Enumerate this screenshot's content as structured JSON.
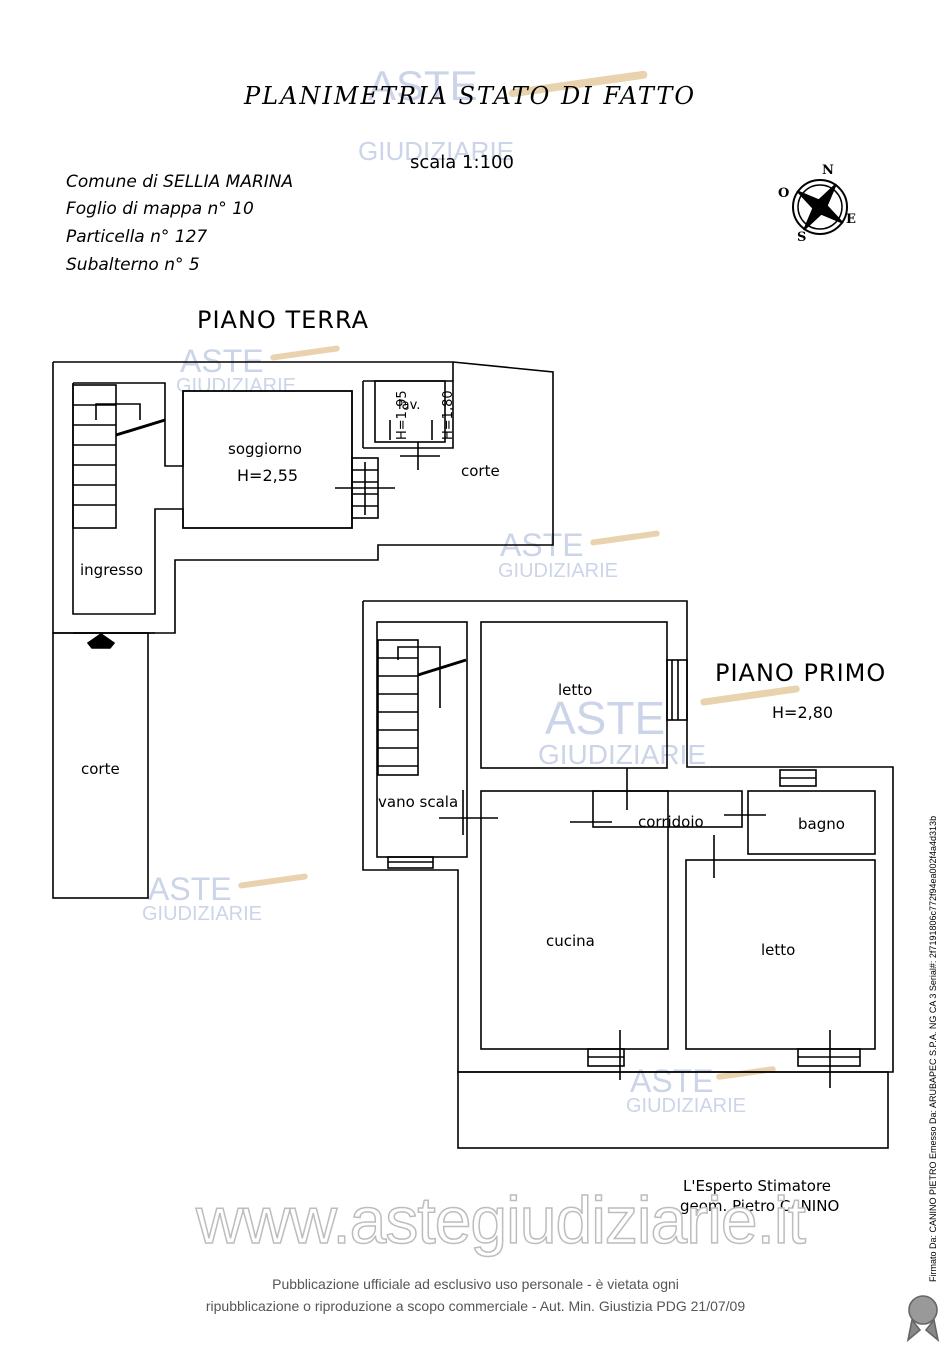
{
  "title": "PLANIMETRIA  STATO  DI  FATTO",
  "scale": "scala  1:100",
  "cadastral": [
    "Comune  di  SELLIA  MARINA",
    "Foglio  di  mappa  n°  10",
    "Particella  n°  127",
    "Subalterno  n°  5"
  ],
  "compass": {
    "north": "N",
    "south": "S",
    "east": "E",
    "west": "O"
  },
  "ground_floor": {
    "label": "PIANO  TERRA",
    "rooms": {
      "soggiorno": "soggiorno",
      "soggiorno_height": "H=2,55",
      "lav": "lav.",
      "lav_h1": "H=1,95",
      "lav_h2": "H=1,80",
      "corte_right": "corte",
      "ingresso": "ingresso",
      "corte_left": "corte"
    }
  },
  "first_floor": {
    "label": "PIANO  PRIMO",
    "height": "H=2,80",
    "rooms": {
      "letto_top": "letto",
      "vano_scala": "vano scala",
      "corridoio": "corridoio",
      "bagno": "bagno",
      "cucina": "cucina",
      "letto_bottom": "letto"
    }
  },
  "expert": {
    "role": "L'Esperto  Stimatore",
    "name": "geom.  Pietro  CANINO"
  },
  "watermark": {
    "brand_top": "ASTE",
    "brand_bottom": "GIUDIZIARIE",
    "site": "www.astegiudiziarie.it"
  },
  "footer": {
    "line1": "Pubblicazione ufficiale ad esclusivo uso personale - è vietata ogni",
    "line2": "ripubblicazione o riproduzione a scopo commerciale - Aut. Min. Giustizia PDG 21/07/09"
  },
  "signature_note": "Firmato Da: CANINO PIETRO Emesso Da: ARUBAPEC S.P.A. NG CA 3 Serial#: 2f7191806c772f94ea002f4a4d313b"
}
